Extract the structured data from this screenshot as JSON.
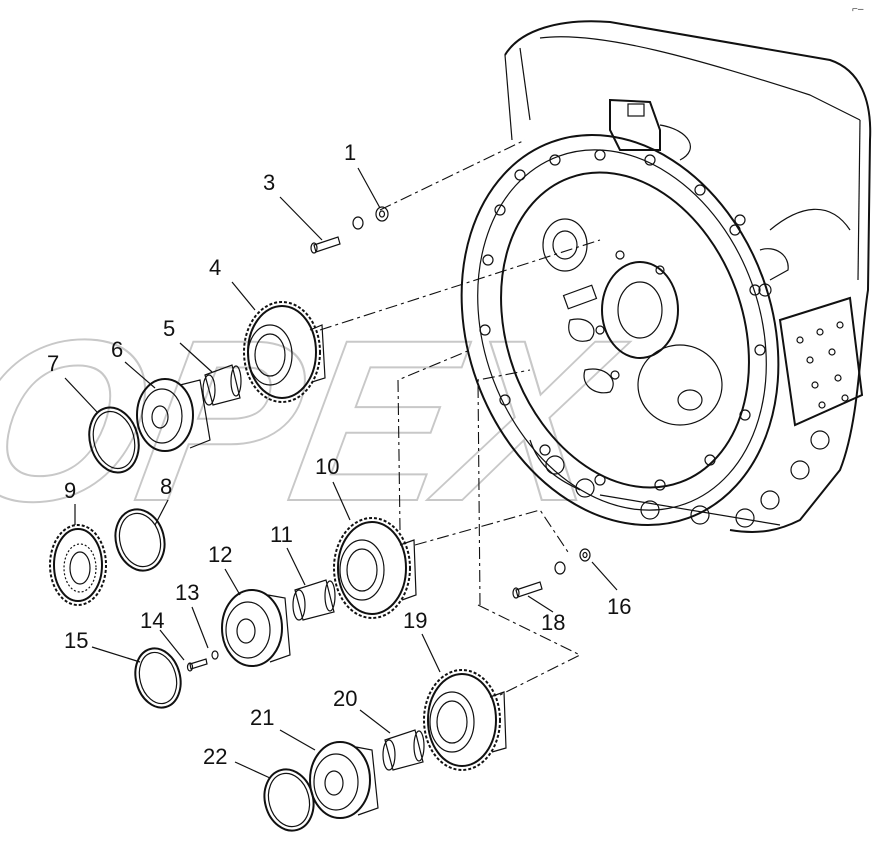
{
  "corner_mark": "⌐–",
  "watermark": "OPEX",
  "callouts": [
    {
      "id": "1",
      "text": "1"
    },
    {
      "id": "3",
      "text": "3"
    },
    {
      "id": "4",
      "text": "4"
    },
    {
      "id": "5",
      "text": "5"
    },
    {
      "id": "6",
      "text": "6"
    },
    {
      "id": "7",
      "text": "7"
    },
    {
      "id": "8",
      "text": "8"
    },
    {
      "id": "9",
      "text": "9"
    },
    {
      "id": "10",
      "text": "10"
    },
    {
      "id": "11",
      "text": "11"
    },
    {
      "id": "12",
      "text": "12"
    },
    {
      "id": "13",
      "text": "13"
    },
    {
      "id": "14",
      "text": "14"
    },
    {
      "id": "15",
      "text": "15"
    },
    {
      "id": "16",
      "text": "16"
    },
    {
      "id": "18",
      "text": "18"
    },
    {
      "id": "19",
      "text": "19"
    },
    {
      "id": "20",
      "text": "20"
    },
    {
      "id": "21",
      "text": "21"
    },
    {
      "id": "22",
      "text": "22"
    }
  ]
}
